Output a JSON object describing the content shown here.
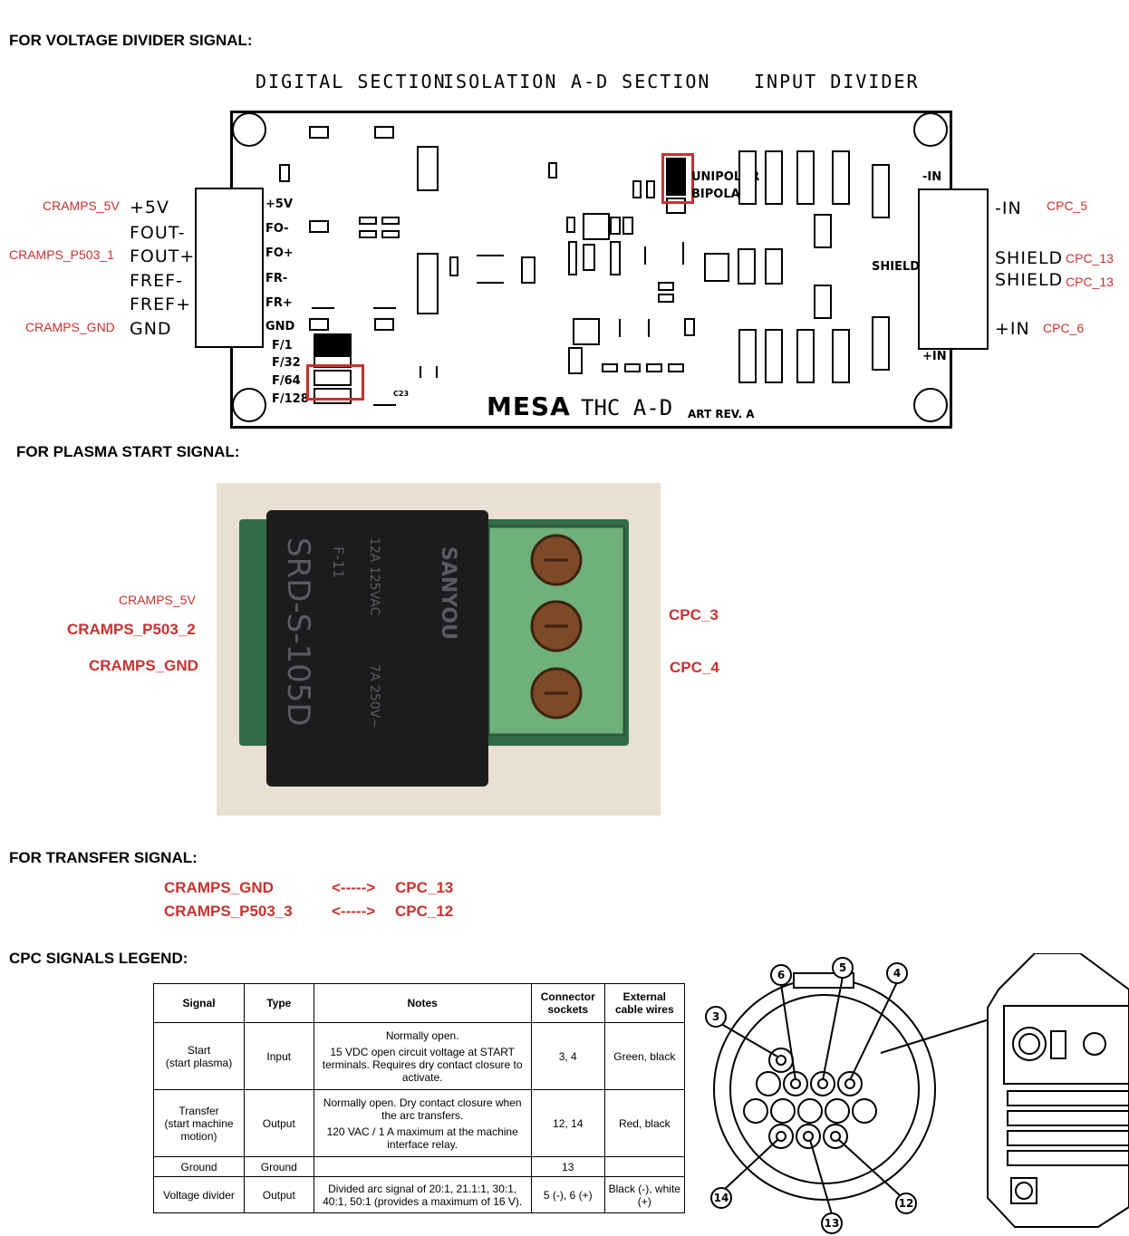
{
  "sections": {
    "voltage": "FOR VOLTAGE DIVIDER SIGNAL:",
    "plasma": "FOR PLASMA START SIGNAL:",
    "transfer": "FOR TRANSFER  SIGNAL:",
    "legend": "CPC SIGNALS LEGEND:"
  },
  "board": {
    "top_labels": [
      "DIGITAL SECTION",
      "ISOLATION",
      "A-D SECTION",
      "INPUT DIVIDER"
    ],
    "left_pins": [
      "+5V",
      "FOUT-",
      "FOUT+",
      "FREF-",
      "FREF+",
      "GND"
    ],
    "left_wires": [
      "CRAMPS_5V",
      "CRAMPS_P503_1",
      "CRAMPS_GND"
    ],
    "right_pins": [
      "-IN",
      "SHIELD",
      "SHIELD",
      "+IN"
    ],
    "right_wires": [
      "CPC_5",
      "CPC_13",
      "CPC_13",
      "CPC_6"
    ],
    "inner_left": [
      "+5V",
      "FO-",
      "FO+",
      "FR-",
      "FR+",
      "GND",
      "F/1",
      "F/32",
      "F/64",
      "F/128"
    ],
    "jumper": [
      "UNIPOLAR",
      "BIPOLAR"
    ],
    "inner_right": [
      "-IN",
      "SHIELD",
      "+IN"
    ],
    "brand": "MESA",
    "title": "THC A-D",
    "art": "ART REV. A"
  },
  "relay": {
    "left_labels": [
      "CRAMPS_5V",
      "CRAMPS_P503_2",
      "CRAMPS_GND"
    ],
    "right_labels": [
      "CPC_3",
      "CPC_4"
    ],
    "module_text": [
      "SRD-S-105D",
      "SANYOU",
      "F-11",
      "12A 125VAC",
      "7A 250V~"
    ]
  },
  "transfer": {
    "rows": [
      {
        "from": "CRAMPS_GND",
        "arrow": "<----->",
        "to": "CPC_13"
      },
      {
        "from": "CRAMPS_P503_3",
        "arrow": "<----->",
        "to": "CPC_12"
      }
    ]
  },
  "legend_table": {
    "headers": [
      "Signal",
      "Type",
      "Notes",
      "Connector sockets",
      "External cable wires"
    ],
    "rows": [
      {
        "signal": "Start",
        "signal2": "(start plasma)",
        "type": "Input",
        "notes": "Normally open.",
        "notes2": "15 VDC open circuit voltage at START terminals. Requires dry contact closure to activate.",
        "sockets": "3, 4",
        "wires": "Green, black"
      },
      {
        "signal": "Transfer",
        "signal2": "(start machine motion)",
        "type": "Output",
        "notes": "Normally open. Dry contact closure when the arc transfers.",
        "notes2": "120 VAC / 1 A maximum at the machine interface relay.",
        "sockets": "12, 14",
        "wires": "Red, black"
      },
      {
        "signal": "Ground",
        "signal2": "",
        "type": "Ground",
        "notes": "",
        "notes2": "",
        "sockets": "13",
        "wires": ""
      },
      {
        "signal": "Voltage divider",
        "signal2": "",
        "type": "Output",
        "notes": "Divided arc signal of 20:1, 21.1:1, 30:1, 40:1, 50:1 (provides a maximum of 16 V).",
        "notes2": "",
        "sockets": "5 (-), 6 (+)",
        "wires": "Black (-), white (+)"
      }
    ]
  },
  "connector": {
    "pins": [
      "6",
      "5",
      "4",
      "3",
      "14",
      "13",
      "12"
    ]
  }
}
